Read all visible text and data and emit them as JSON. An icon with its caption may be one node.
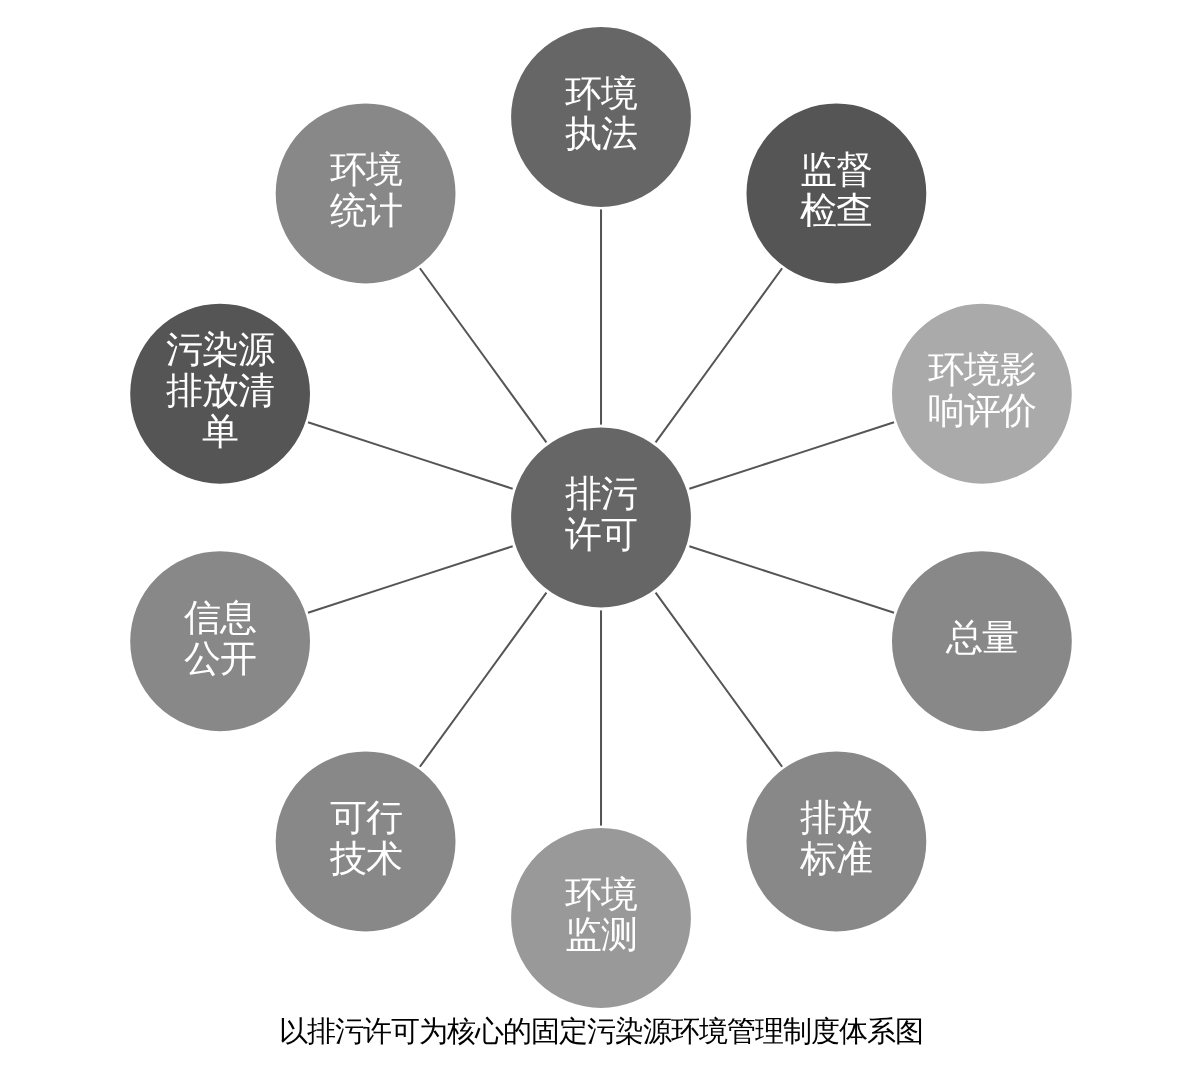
{
  "diagram": {
    "caption": "以排污许可为核心的固定污染源环境管理制度体系图",
    "nodes": [
      {
        "text": [
          "排污许可"
        ]
      },
      {
        "text": [
          "环境影响评价"
        ]
      },
      {
        "text": [
          "监督检查"
        ]
      },
      {
        "text": [
          "环境执法"
        ]
      },
      {
        "text": [
          "环境统计"
        ]
      },
      {
        "text": [
          "污染源排放清单"
        ]
      },
      {
        "text": [
          "信息公开"
        ]
      },
      {
        "text": [
          "可行技术"
        ]
      },
      {
        "text": [
          "环境监测"
        ]
      },
      {
        "text": [
          "排放标准"
        ]
      },
      {
        "text": [
          "总量"
        ]
      }
    ],
    "edges": [
      {
        "from": 0,
        "to": 1,
        "arrow": "none"
      },
      {
        "from": 0,
        "to": 2,
        "arrow": "none"
      },
      {
        "from": 0,
        "to": 3,
        "arrow": "none"
      },
      {
        "from": 0,
        "to": 4,
        "arrow": "none"
      },
      {
        "from": 0,
        "to": 5,
        "arrow": "none"
      },
      {
        "from": 0,
        "to": 6,
        "arrow": "none"
      },
      {
        "from": 0,
        "to": 7,
        "arrow": "none"
      },
      {
        "from": 0,
        "to": 8,
        "arrow": "none"
      },
      {
        "from": 0,
        "to": 9,
        "arrow": "none"
      },
      {
        "from": 0,
        "to": 10,
        "arrow": "none"
      }
    ]
  }
}
